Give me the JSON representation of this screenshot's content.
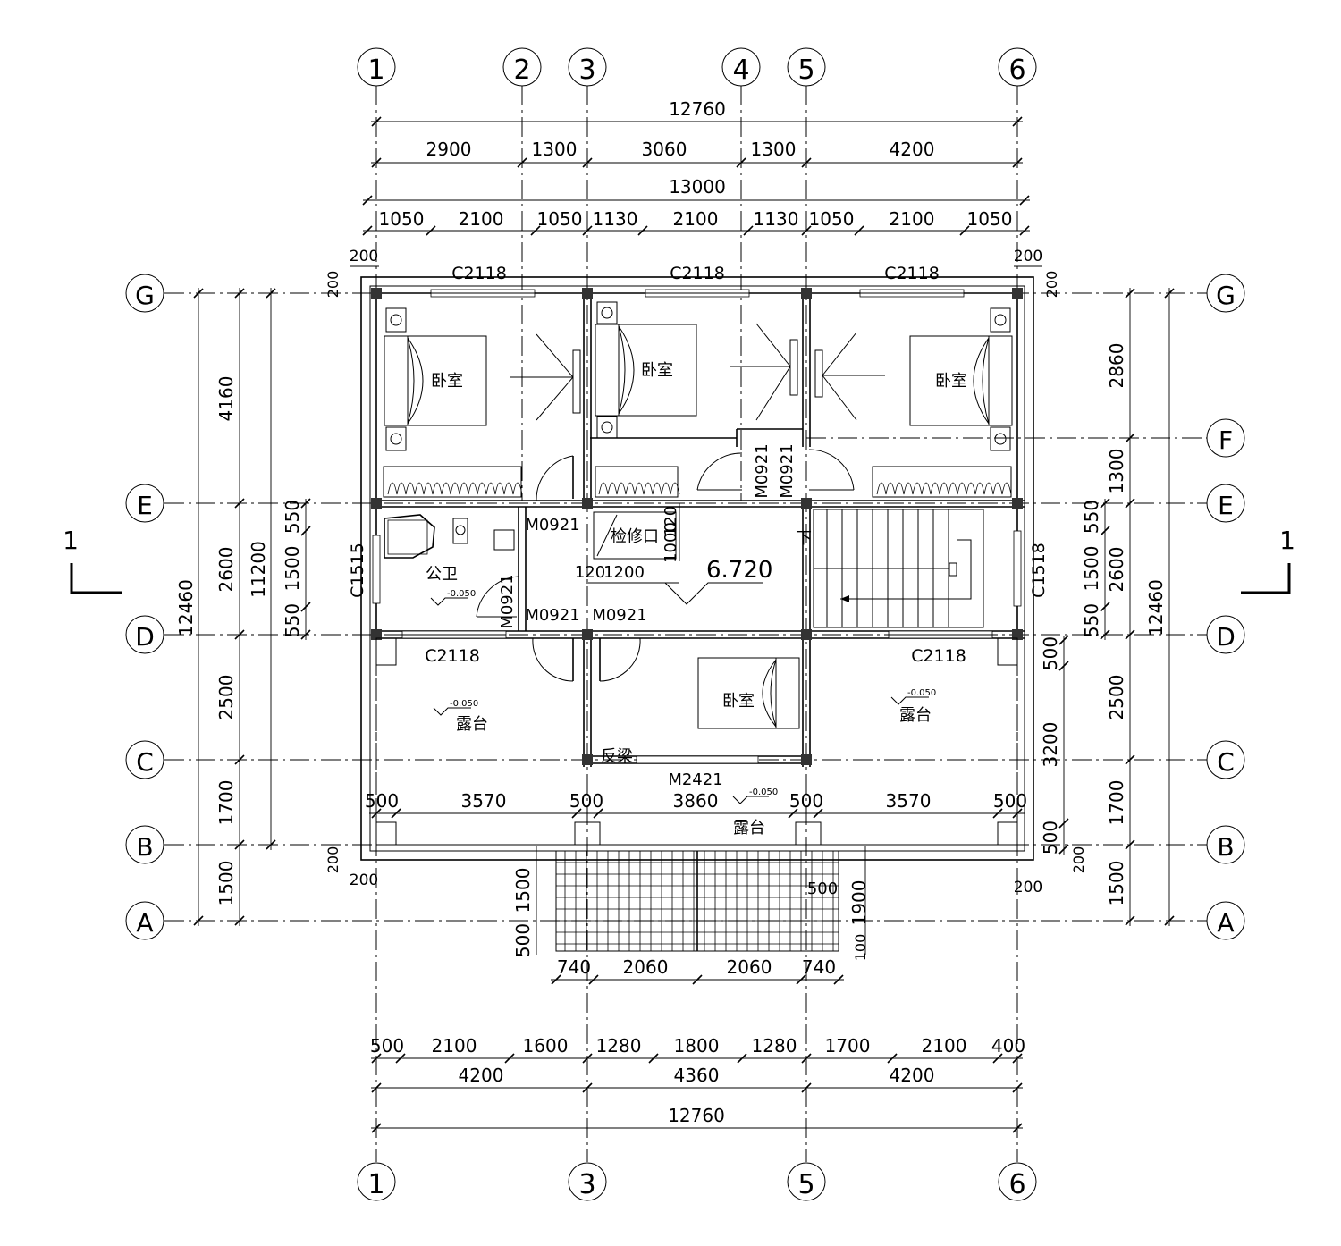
{
  "axes": {
    "vertical_top": [
      "1",
      "2",
      "3",
      "4",
      "5",
      "6"
    ],
    "vertical_bottom": [
      "1",
      "3",
      "5",
      "6"
    ],
    "horizontal": [
      "G",
      "F",
      "E",
      "D",
      "C",
      "B",
      "A"
    ]
  },
  "dims_top": {
    "overall": "12760",
    "row2": [
      "2900",
      "1300",
      "3060",
      "1300",
      "4200"
    ],
    "overall_outer": "13000",
    "row4": [
      "1050",
      "2100",
      "1050",
      "1130",
      "2100",
      "1130",
      "1050",
      "2100",
      "1050"
    ],
    "offset_200": "200"
  },
  "dims_bottom": {
    "row1": [
      "500",
      "2100",
      "1600",
      "1280",
      "1800",
      "1280",
      "1700",
      "2100",
      "400"
    ],
    "row2": [
      "4200",
      "4360",
      "4200"
    ],
    "overall": "12760"
  },
  "dims_left": {
    "inner": [
      "4160",
      "2600",
      "2500",
      "1700",
      "1500"
    ],
    "overall_a": "11200",
    "overall_b": "12460",
    "window": [
      "550",
      "1500",
      "550"
    ],
    "offset_200": "200"
  },
  "dims_right": {
    "inner": [
      "2860",
      "1300",
      "2600",
      "2500",
      "1700",
      "1500"
    ],
    "overall": "12460",
    "window": [
      "550",
      "1500",
      "550"
    ],
    "stair": [
      "500",
      "3200",
      "500"
    ]
  },
  "dims_balcony": [
    "500",
    "3570",
    "500",
    "3860",
    "500",
    "3570",
    "500"
  ],
  "dims_steps": {
    "horizontal": [
      "740",
      "2060",
      "2060",
      "740"
    ],
    "left": [
      "1500",
      "500"
    ],
    "right": [
      "500",
      "1900",
      "100"
    ]
  },
  "dims_misc": {
    "hatch_w": "1200",
    "hatch_wall": "120",
    "hatch_h": "1000",
    "hatch_wall2": "120"
  },
  "rooms": {
    "bedroom": "卧室",
    "bathroom": "公卫",
    "terrace": "露台",
    "access": "检修口",
    "beam": "反梁",
    "down": "下"
  },
  "levels": {
    "floor": "6.720",
    "terrace": "-0.050"
  },
  "windows": {
    "c2118": "C2118",
    "c1515": "C1515",
    "c1518": "C1518"
  },
  "doors": {
    "m0921": "M0921",
    "m2421": "M2421"
  },
  "section": "1"
}
